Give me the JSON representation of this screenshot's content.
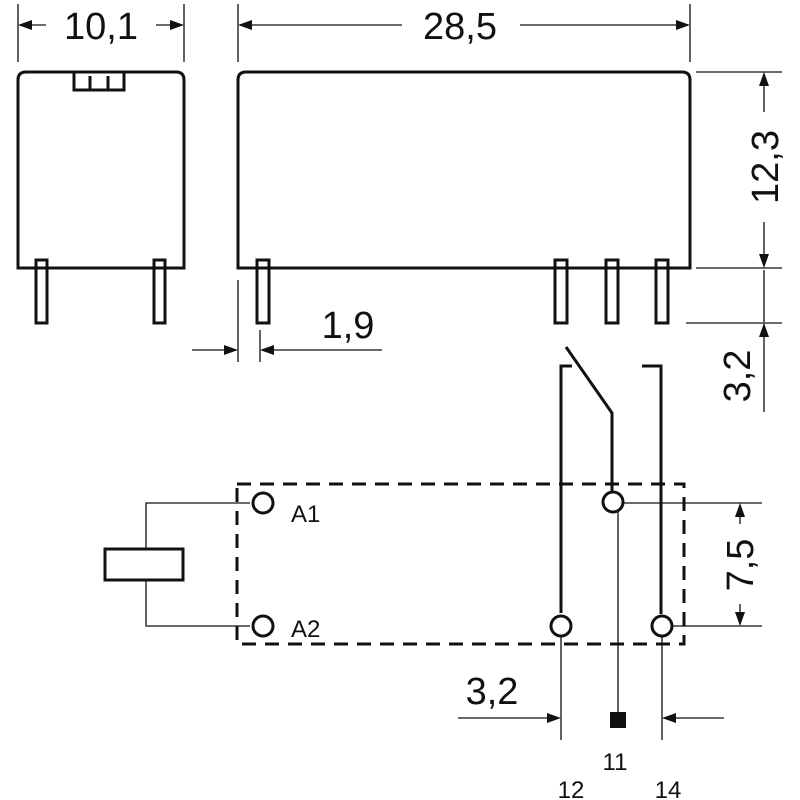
{
  "dimensions": {
    "width_side": "10,1",
    "length": "28,5",
    "height": "12,3",
    "pin_length": "3,2",
    "pin_offset": "1,9",
    "pin_row_spacing": "7,5",
    "pin_column_spacing": "3,2"
  },
  "terminals": {
    "coil_a1": "A1",
    "coil_a2": "A2",
    "common": "11",
    "normally_closed": "12",
    "normally_open": "14"
  },
  "colors": {
    "line": "#111111",
    "background": "#ffffff"
  }
}
